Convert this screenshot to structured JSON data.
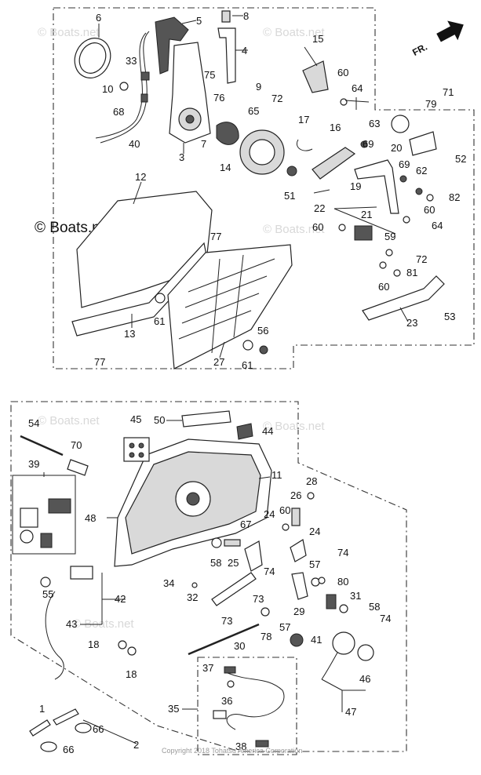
{
  "copyright": "Copyright 2018 Tohatsu America Corporation",
  "watermark": "© Boats.net",
  "direction_label": "FR.",
  "part_labels": [
    "1",
    "2",
    "3",
    "4",
    "5",
    "6",
    "7",
    "8",
    "9",
    "10",
    "11",
    "12",
    "13",
    "14",
    "15",
    "16",
    "17",
    "18",
    "19",
    "20",
    "21",
    "22",
    "23",
    "24",
    "25",
    "26",
    "27",
    "28",
    "29",
    "30",
    "31",
    "32",
    "33",
    "34",
    "35",
    "36",
    "37",
    "38",
    "39",
    "40",
    "41",
    "42",
    "43",
    "44",
    "45",
    "46",
    "47",
    "48",
    "50",
    "51",
    "52",
    "53",
    "54",
    "55",
    "56",
    "57",
    "58",
    "59",
    "60",
    "61",
    "62",
    "63",
    "64",
    "65",
    "66",
    "67",
    "68",
    "69",
    "70",
    "71",
    "72",
    "73",
    "74",
    "75",
    "76",
    "77",
    "78",
    "79",
    "80",
    "81",
    "82"
  ]
}
